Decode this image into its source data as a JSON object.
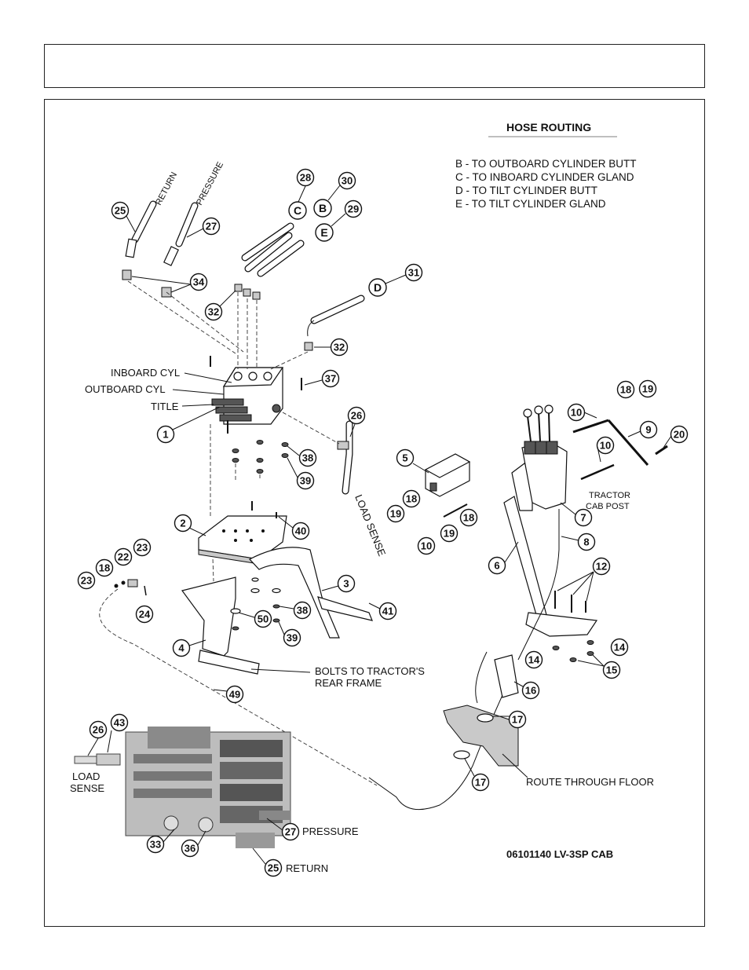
{
  "hose_routing": {
    "title": "HOSE ROUTING",
    "lines": [
      "B - TO OUTBOARD CYLINDER BUTT",
      "C - TO INBOARD CYLINDER GLAND",
      "D - TO TILT CYLINDER BUTT",
      "E - TO TILT CYLINDER GLAND"
    ]
  },
  "hose_labels": {
    "return": "RETURN",
    "pressure": "PRESSURE",
    "load_sense": "LOAD SENSE"
  },
  "valve_labels": {
    "inboard_cyl": "INBOARD CYL",
    "outboard_cyl": "OUTBOARD CYL",
    "title": "TITLE"
  },
  "notes": {
    "tractor_cab_post_1": "TRACTOR",
    "tractor_cab_post_2": "CAB POST",
    "bolts_1": "BOLTS TO TRACTOR'S",
    "bolts_2": "REAR FRAME",
    "route_floor": "ROUTE THROUGH FLOOR",
    "load_sense_1": "LOAD",
    "load_sense_2": "SENSE",
    "pressure": "PRESSURE",
    "return": "RETURN"
  },
  "drawing_number": "06101140 LV-3SP CAB",
  "letters": {
    "c": "C",
    "b": "B",
    "e": "E",
    "d": "D"
  },
  "callouts": {
    "c1": "1",
    "c2": "2",
    "c3": "3",
    "c4": "4",
    "c5": "5",
    "c6": "6",
    "c7": "7",
    "c8": "8",
    "c9": "9",
    "c10a": "10",
    "c10b": "10",
    "c10c": "10",
    "c12": "12",
    "c14a": "14",
    "c14b": "14",
    "c15": "15",
    "c16": "16",
    "c17a": "17",
    "c17b": "17",
    "c18a": "18",
    "c18b": "18",
    "c18c": "18",
    "c18d": "18",
    "c19a": "19",
    "c19b": "19",
    "c19c": "19",
    "c20": "20",
    "c22": "22",
    "c23a": "23",
    "c23b": "23",
    "c24": "24",
    "c25a": "25",
    "c25b": "25",
    "c26a": "26",
    "c26b": "26",
    "c27a": "27",
    "c27b": "27",
    "c28": "28",
    "c29": "29",
    "c30": "30",
    "c31": "31",
    "c32a": "32",
    "c32b": "32",
    "c33": "33",
    "c34": "34",
    "c36": "36",
    "c37": "37",
    "c38a": "38",
    "c38b": "38",
    "c39a": "39",
    "c39b": "39",
    "c40": "40",
    "c41": "41",
    "c43": "43",
    "c49": "49",
    "c50": "50"
  }
}
